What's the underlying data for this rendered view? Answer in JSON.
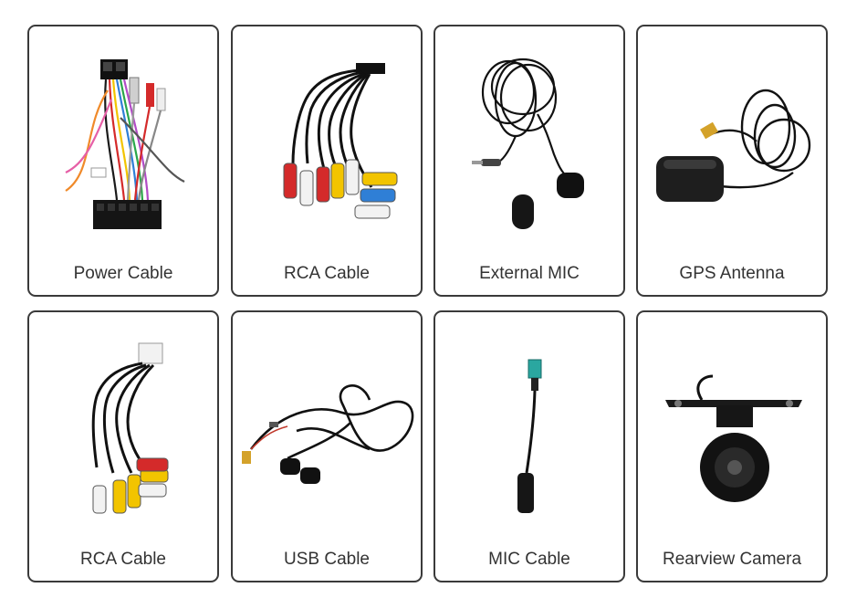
{
  "products": [
    {
      "label": "Power Cable",
      "icon": "power-cable-icon"
    },
    {
      "label": "RCA Cable",
      "icon": "rca-cable-icon"
    },
    {
      "label": "External MIC",
      "icon": "external-mic-icon"
    },
    {
      "label": "GPS Antenna",
      "icon": "gps-antenna-icon"
    },
    {
      "label": "RCA Cable",
      "icon": "rca-cable-icon"
    },
    {
      "label": "USB Cable",
      "icon": "usb-cable-icon"
    },
    {
      "label": "MIC Cable",
      "icon": "mic-cable-icon"
    },
    {
      "label": "Rearview Camera",
      "icon": "rearview-camera-icon"
    }
  ],
  "colors": {
    "border": "#3a3a3a",
    "label": "#333333",
    "rca_red": "#d42a2a",
    "rca_yellow": "#f2c400",
    "rca_white": "#f2f2f2",
    "rca_blue": "#2f7fd6",
    "cable_black": "#111111",
    "fakra_teal": "#2aa7a0"
  }
}
